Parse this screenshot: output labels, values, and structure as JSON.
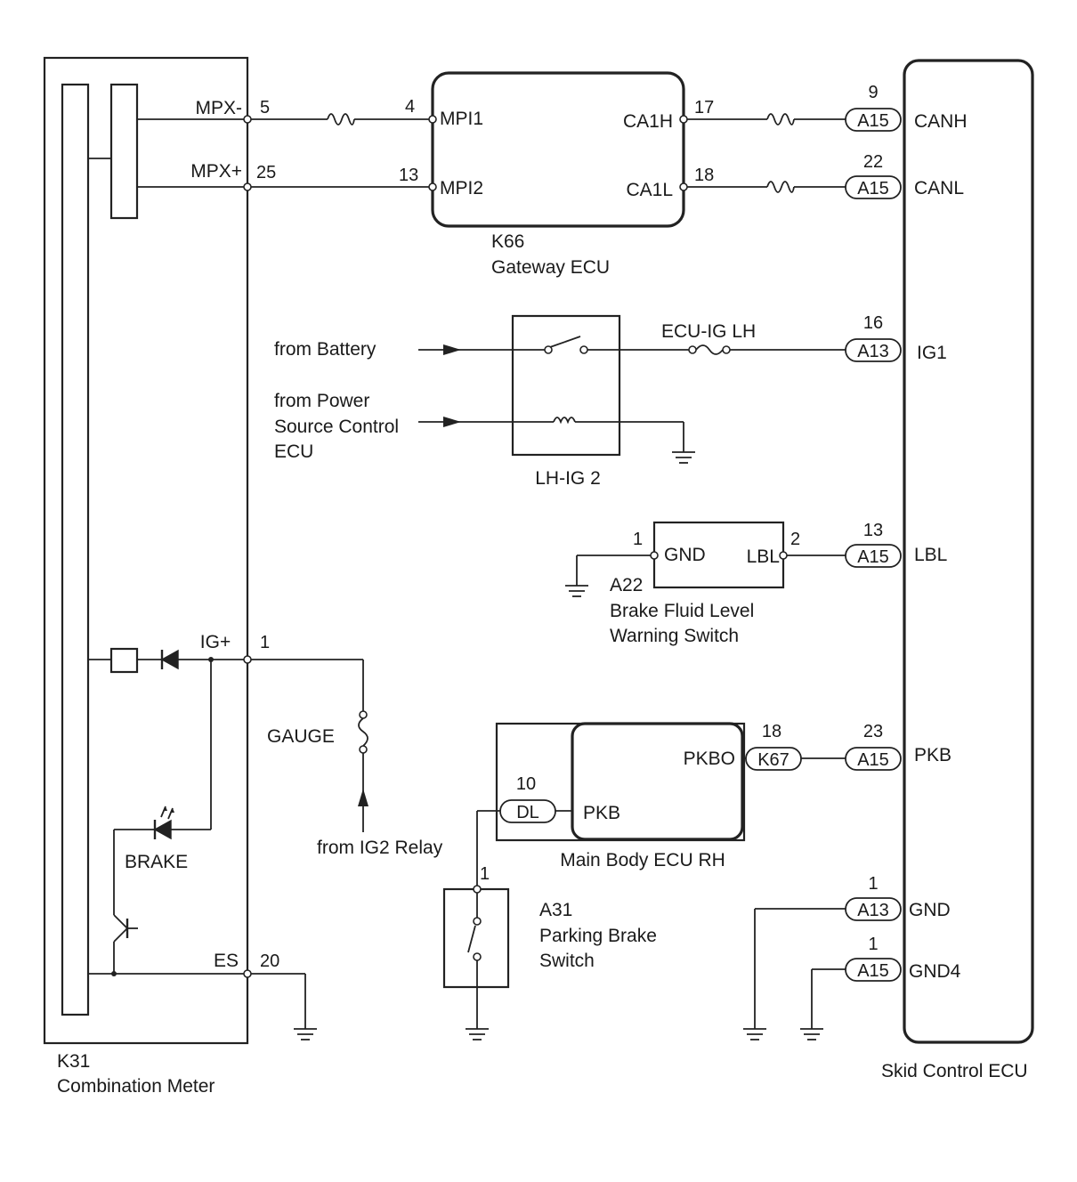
{
  "components": {
    "combination_meter": {
      "code": "K31",
      "name": "Combination Meter"
    },
    "gateway_ecu": {
      "code": "K66",
      "name": "Gateway ECU"
    },
    "skid_control_ecu": {
      "name": "Skid Control ECU"
    },
    "lh_ig2_relay": {
      "name": "LH-IG 2"
    },
    "brake_fluid_switch": {
      "code": "A22",
      "name_line1": "Brake Fluid Level",
      "name_line2": "Warning Switch"
    },
    "main_body_ecu": {
      "name": "Main Body ECU RH"
    },
    "parking_brake_switch": {
      "code": "A31",
      "name_line1": "Parking Brake",
      "name_line2": "Switch"
    }
  },
  "meter_pins": {
    "mpx_minus": {
      "label": "MPX-",
      "pin": "5"
    },
    "mpx_plus": {
      "label": "MPX+",
      "pin": "25"
    },
    "ig_plus": {
      "label": "IG+",
      "pin": "1"
    },
    "es": {
      "label": "ES",
      "pin": "20"
    }
  },
  "gateway_pins": {
    "mpi1": {
      "label": "MPI1",
      "pin": "4"
    },
    "mpi2": {
      "label": "MPI2",
      "pin": "13"
    },
    "ca1h": {
      "label": "CA1H",
      "pin": "17"
    },
    "ca1l": {
      "label": "CA1L",
      "pin": "18"
    }
  },
  "skid_pins": {
    "canh": {
      "label": "CANH",
      "connector": "A15",
      "pin": "9"
    },
    "canl": {
      "label": "CANL",
      "connector": "A15",
      "pin": "22"
    },
    "ig1": {
      "label": "IG1",
      "connector": "A13",
      "pin": "16"
    },
    "lbl": {
      "label": "LBL",
      "connector": "A15",
      "pin": "13"
    },
    "pkb": {
      "label": "PKB",
      "connector": "A15",
      "pin": "23"
    },
    "gnd": {
      "label": "GND",
      "connector": "A13",
      "pin": "1"
    },
    "gnd4": {
      "label": "GND4",
      "connector": "A15",
      "pin": "1"
    }
  },
  "sources": {
    "battery": "from Battery",
    "power_source_line1": "from Power",
    "power_source_line2": "Source Control",
    "power_source_line3": "ECU",
    "ig2_relay": "from IG2 Relay"
  },
  "fuses": {
    "ecu_ig_lh": "ECU-IG LH",
    "gauge": "GAUGE"
  },
  "brake_switch_pins": {
    "gnd": {
      "label": "GND",
      "pin": "1"
    },
    "lbl": {
      "label": "LBL",
      "pin": "2"
    }
  },
  "main_body_pins": {
    "pkbo": {
      "label": "PKBO",
      "connector": "K67",
      "pin": "18"
    },
    "pkb": {
      "label": "PKB",
      "connector": "DL",
      "pin": "10"
    }
  },
  "parking_switch_pin": "1",
  "brake_indicator": "BRAKE"
}
